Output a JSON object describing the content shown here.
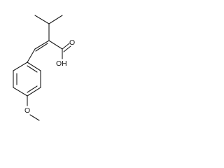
{
  "molecule": {
    "atom_labels": {
      "hydroxyl": "OH",
      "carbonyl_oxygen": "O",
      "ether_oxygen": "O"
    }
  }
}
